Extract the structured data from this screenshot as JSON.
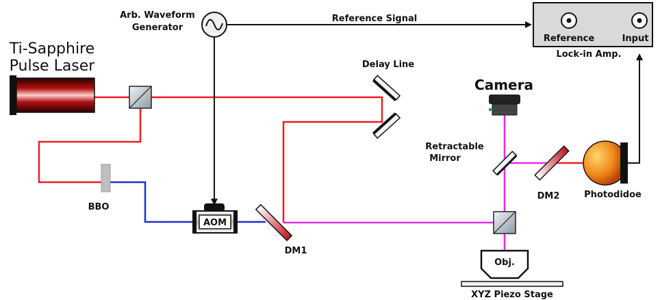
{
  "labels": {
    "laser_line1": "Ti-Sapphire",
    "laser_line2": "Pulse Laser",
    "awg_line1": "Arb. Waveform",
    "awg_line2": "Generator",
    "reference_signal": "Reference Signal",
    "lockin_reference": "Reference",
    "lockin_input": "Input",
    "lockin_title": "Lock-in Amp.",
    "delay_line": "Delay Line",
    "camera": "Camera",
    "retractable_line1": "Retractable",
    "retractable_line2": "Mirror",
    "dm2": "DM2",
    "photodiode": "Photodidoe",
    "bbo": "BBO",
    "aom": "AOM",
    "dm1": "DM1",
    "objective": "Obj.",
    "stage": "XYZ Piezo Stage"
  },
  "colors": {
    "red_beam": "#ee1c24",
    "blue_beam": "#1f2fd6",
    "magenta_beam": "#e82be8",
    "signal_line": "#111111",
    "lockin_fill": "#d9d9d9"
  }
}
